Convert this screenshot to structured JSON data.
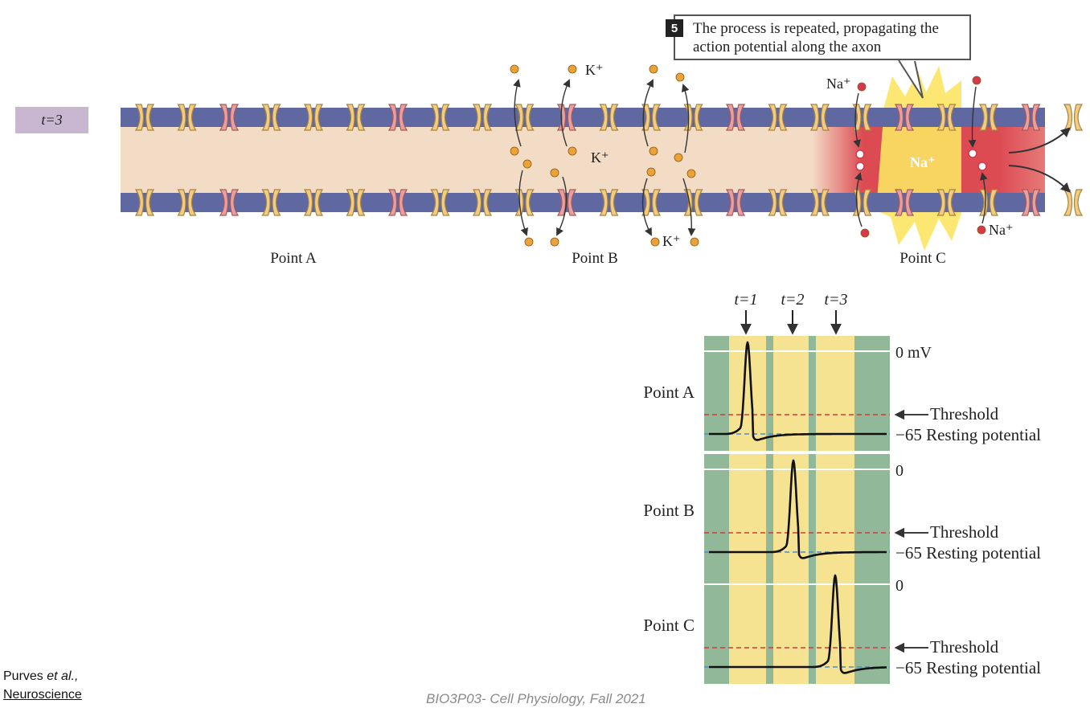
{
  "time_badge": "t=3",
  "callout": {
    "step_number": "5",
    "text": "The process is repeated, propagating the action potential along the axon"
  },
  "axon": {
    "ion_labels": {
      "k_top": "K⁺",
      "k_inside": "K⁺",
      "k_bottom": "K⁺",
      "na_top": "Na⁺",
      "na_inside": "Na⁺",
      "na_bottom": "Na⁺"
    },
    "points": [
      "Point A",
      "Point B",
      "Point C"
    ]
  },
  "traces": {
    "time_labels": [
      "t=1",
      "t=2",
      "t=3"
    ],
    "panels": [
      {
        "label": "Point A",
        "top_label": "0 mV",
        "threshold_label": "Threshold",
        "rest_label": "−65 Resting potential"
      },
      {
        "label": "Point B",
        "top_label": "0",
        "threshold_label": "Threshold",
        "rest_label": "−65 Resting potential"
      },
      {
        "label": "Point C",
        "top_label": "0",
        "threshold_label": "Threshold",
        "rest_label": "−65 Resting potential"
      }
    ]
  },
  "colors": {
    "membrane": "#5f68a0",
    "axoplasm": "#f3dcc6",
    "depolarized": "#dc4a52",
    "channel_k": "#f2cc85",
    "channel_na": "#e6a0a0",
    "k_ion": "#eba236",
    "na_ion": "#d8384b",
    "trace_green": "#92b89a",
    "trace_yellow": "#f6e392",
    "threshold_line": "#d33b3b",
    "rest_line": "#4f8ec7"
  },
  "citation": {
    "author": "Purves ",
    "etal": "et al.,",
    "book": "Neuroscience"
  },
  "footer": "BIO3P03- Cell Physiology, Fall 2021"
}
